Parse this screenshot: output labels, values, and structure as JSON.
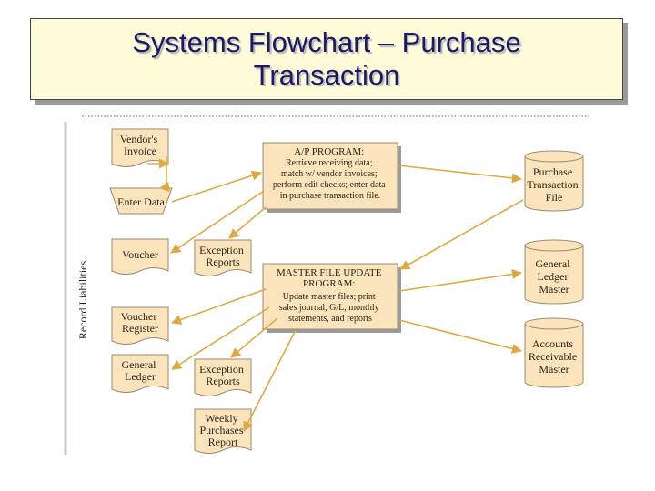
{
  "title": {
    "line1": "Systems Flowchart – Purchase",
    "line2": "Transaction"
  },
  "side_label": "Record Liabilities",
  "colors": {
    "fill": "#fbe4bc",
    "stroke": "#9a8a70",
    "arrow": "#e0a840",
    "title_bg": "#fdfbd8",
    "title_text": "#1c1a66"
  },
  "left_column": {
    "vendors_invoice": [
      "Vendor's",
      "Invoice"
    ],
    "enter_data": "Enter Data",
    "voucher": "Voucher",
    "voucher_register": [
      "Voucher",
      "Register"
    ],
    "general_ledger": [
      "General",
      "Ledger"
    ]
  },
  "middle_column": {
    "exception_reports_1": [
      "Exception",
      "Reports"
    ],
    "exception_reports_2": [
      "Exception",
      "Reports"
    ],
    "weekly_purchases_report": [
      "Weekly",
      "Purchases",
      "Report"
    ]
  },
  "programs": {
    "ap_program": [
      "A/P PROGRAM:",
      "Retrieve receiving data;",
      "match w/ vendor invoices;",
      "perform edit checks; enter data",
      "in purchase transaction file."
    ],
    "master_file_update": [
      "MASTER FILE UPDATE",
      "PROGRAM:",
      "Update master files; print",
      "sales journal, G/L, monthly",
      "statements, and reports"
    ]
  },
  "files": {
    "purchase_transaction": [
      "Purchase",
      "Transaction",
      "File"
    ],
    "general_ledger_master": [
      "General",
      "Ledger",
      "Master"
    ],
    "accounts_receivable_master": [
      "Accounts",
      "Receivable",
      "Master"
    ]
  }
}
